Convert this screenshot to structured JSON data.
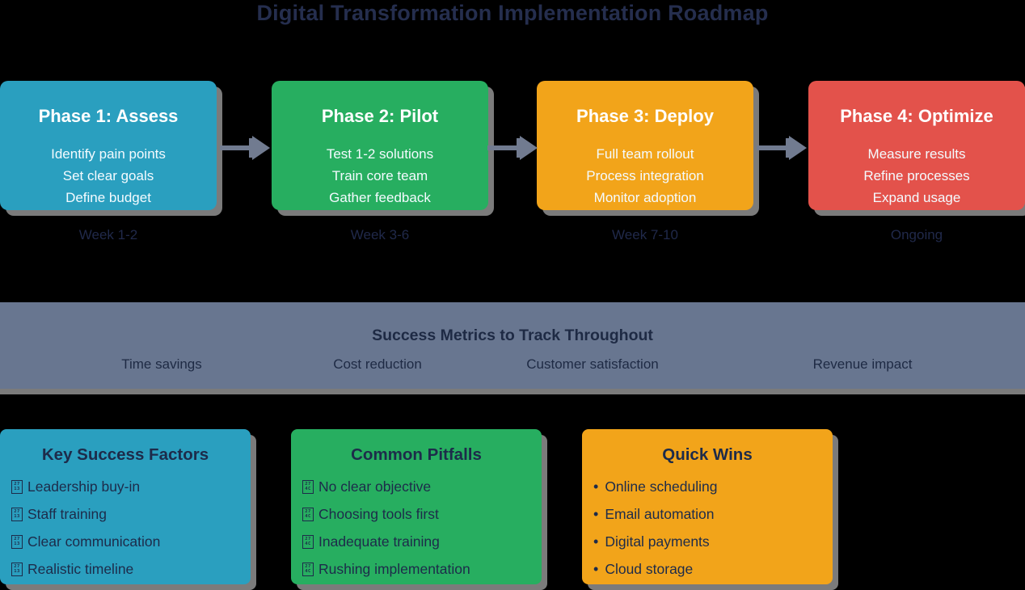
{
  "title": "Digital Transformation Implementation Roadmap",
  "phases": [
    {
      "title": "Phase 1: Assess",
      "items": [
        "Identify pain points",
        "Set clear goals",
        "Define budget"
      ],
      "timeline": "Week 1-2",
      "color": "#2A9FBF"
    },
    {
      "title": "Phase 2: Pilot",
      "items": [
        "Test 1-2 solutions",
        "Train core team",
        "Gather feedback"
      ],
      "timeline": "Week 3-6",
      "color": "#27AE60"
    },
    {
      "title": "Phase 3: Deploy",
      "items": [
        "Full team rollout",
        "Process integration",
        "Monitor adoption"
      ],
      "timeline": "Week 7-10",
      "color": "#F2A41A"
    },
    {
      "title": "Phase 4: Optimize",
      "items": [
        "Measure results",
        "Refine processes",
        "Expand usage"
      ],
      "timeline": "Ongoing",
      "color": "#E3524B"
    }
  ],
  "metrics_band": {
    "title": "Success Metrics to Track Throughout",
    "items": [
      "Time savings",
      "Cost reduction",
      "Customer satisfaction",
      "Revenue impact"
    ],
    "color": "#687690"
  },
  "bottom_boxes": [
    {
      "title": "Key Success Factors",
      "color": "#2A9FBF",
      "bullet": {
        "type": "tofu-missing-glyph",
        "codepoint": "2713",
        "hex_top": "27",
        "hex_bottom": "13"
      },
      "items": [
        "Leadership buy-in",
        "Staff training",
        "Clear communication",
        "Realistic timeline"
      ]
    },
    {
      "title": "Common Pitfalls",
      "color": "#27AE60",
      "bullet": {
        "type": "tofu-missing-glyph",
        "codepoint": "274C",
        "hex_top": "27",
        "hex_bottom": "4C"
      },
      "items": [
        "No clear objective",
        "Choosing tools first",
        "Inadequate training",
        "Rushing implementation"
      ]
    },
    {
      "title": "Quick Wins",
      "color": "#F2A41A",
      "bullet": {
        "type": "dot",
        "glyph": "•"
      },
      "items": [
        "Online scheduling",
        "Email automation",
        "Digital payments",
        "Cloud storage"
      ]
    }
  ],
  "colors": {
    "background": "#000000",
    "arrow": "#717B90",
    "shadow": "#7B7B7B",
    "phase_text": "#FFFFFF",
    "dark_text": "#1E2A44"
  }
}
